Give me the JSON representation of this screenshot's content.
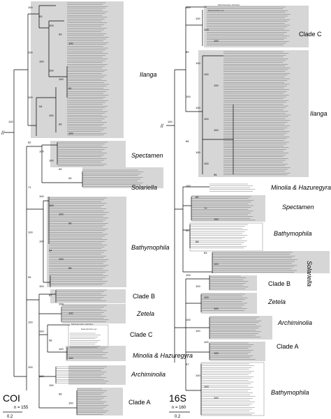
{
  "colors": {
    "box": "#d6d6d6",
    "line": "#000000",
    "text": "#000000"
  },
  "coi": {
    "marker": "COI",
    "n": "n = 155",
    "scale": "0.2",
    "root_support": "100",
    "clades": {
      "ilanga": "Ilanga",
      "spectamen": "Spectamen",
      "solariella": "Solariella",
      "bathymophila": "Bathymophila",
      "clade_b": "Clade B",
      "zetela": "Zetela",
      "clade_c": "Clade C",
      "minolia": "Minolia & Hazuregyra",
      "archiminolia": "Archiminolia",
      "clade_a": "Clade A"
    },
    "outgroups": [
      "Suavotrochus sp.",
      "Machaeroplax delicatus"
    ],
    "support": [
      "100",
      "93",
      "100",
      "99",
      "100",
      "100",
      "100",
      "100",
      "100",
      "81",
      "100",
      "94",
      "100",
      "99",
      "100",
      "82",
      "100",
      "100",
      "99",
      "93",
      "71",
      "100",
      "100",
      "100",
      "96",
      "100",
      "100",
      "54",
      "100",
      "59",
      "99",
      "100",
      "67",
      "100",
      "100",
      "100",
      "100",
      "98",
      "100",
      "100",
      "100",
      "100",
      "100",
      "98",
      "100"
    ]
  },
  "s16": {
    "marker": "16S",
    "n": "n = 160",
    "scale": "0.2",
    "root_support": "100",
    "clades": {
      "clade_c": "Clade C",
      "ilanga": "Ilanga",
      "minolia": "Minolia & Hazuregyra",
      "spectamen": "Spectamen",
      "bathymophila": "Bathymophila",
      "solariella": "Solariella",
      "clade_b": "Clade B",
      "zetela": "Zetela",
      "archiminolia": "Archiminolia",
      "clade_a": "Clade A",
      "bathymophila_2": "Bathymophila"
    },
    "outgroups": [
      "Machaeroplax delicatus",
      "Suavotrochus sp."
    ],
    "support": [
      "100",
      "100",
      "100",
      "100",
      "89",
      "100",
      "100",
      "100",
      "100",
      "100",
      "100",
      "100",
      "66",
      "100",
      "100",
      "96",
      "100",
      "80",
      "72",
      "100",
      "92",
      "68",
      "83",
      "100",
      "100",
      "100",
      "100",
      "100",
      "100",
      "100",
      "100",
      "100",
      "97",
      "100",
      "100",
      "100"
    ]
  }
}
